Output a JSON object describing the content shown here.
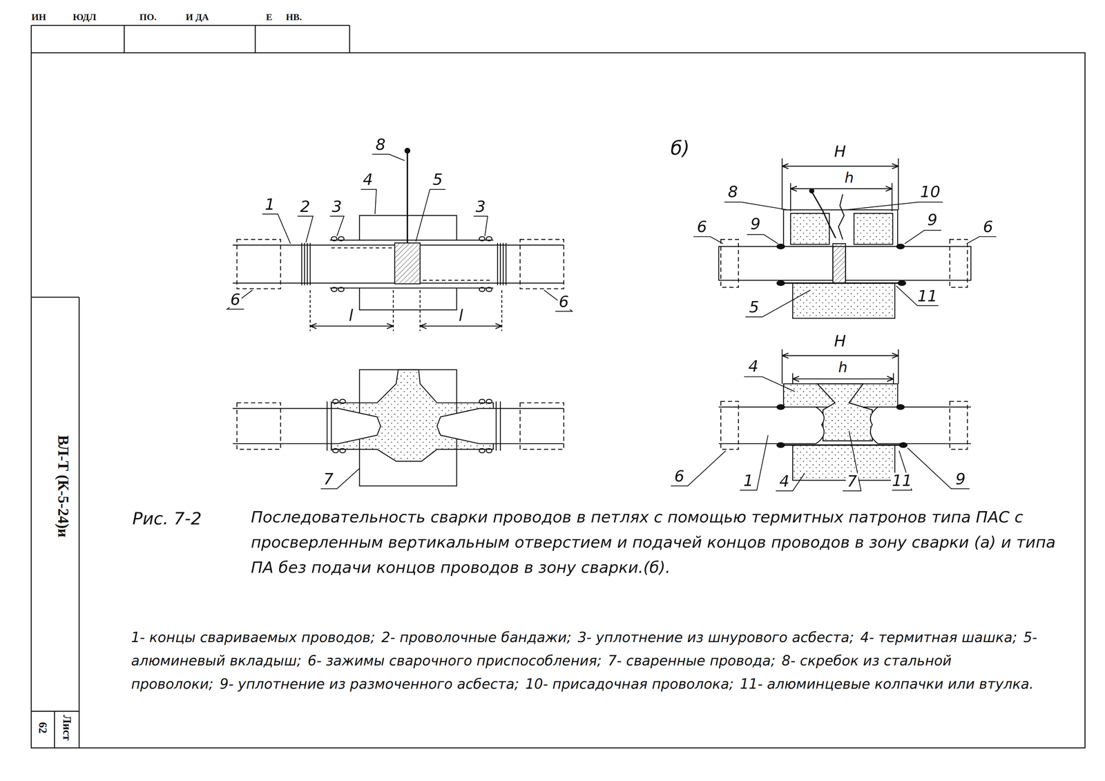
{
  "diagram": {
    "caption": "Последовательность сварки проводов в петлях с помощью термитных патронов типа ПАС с просверленным вертикальным отверстием и подачей концов проводов в зону сварки (а) и типа ПА без подачи концов проводов в зону сварки.(б).",
    "labels": [
      "ИН",
      "ЮДЛ",
      "ПО.",
      "И ДА",
      "Е",
      "НВ.",
      "8",
      "4",
      "5",
      "1",
      "2",
      "3",
      "3",
      "6",
      "6",
      "l",
      "l",
      "7",
      "б)",
      "H",
      "h",
      "8",
      "10",
      "9",
      "9",
      "6",
      "6",
      "5",
      "11",
      "H",
      "h",
      "4",
      "6",
      "1",
      "4",
      "7",
      "11",
      "9",
      "Рис. 7-2",
      "1- концы свариваемых проводов;",
      "2- проволочные бандажи;",
      "3- уплотнение из шнурового асбеста;",
      "4- термитная шашка;",
      "5- алюминевый вкладыш;",
      "6- зажимы сварочного приспособления;",
      "7- сваренные провода;",
      "8- скребок из стальной проволоки;",
      "9- уплотнение из размоченного асбеста;",
      "10- присадочная проволока;",
      "11- алюминцевые колпачки или втулка.",
      "ВЛ-Т (К-5-24)и",
      "Лист",
      "62"
    ]
  }
}
